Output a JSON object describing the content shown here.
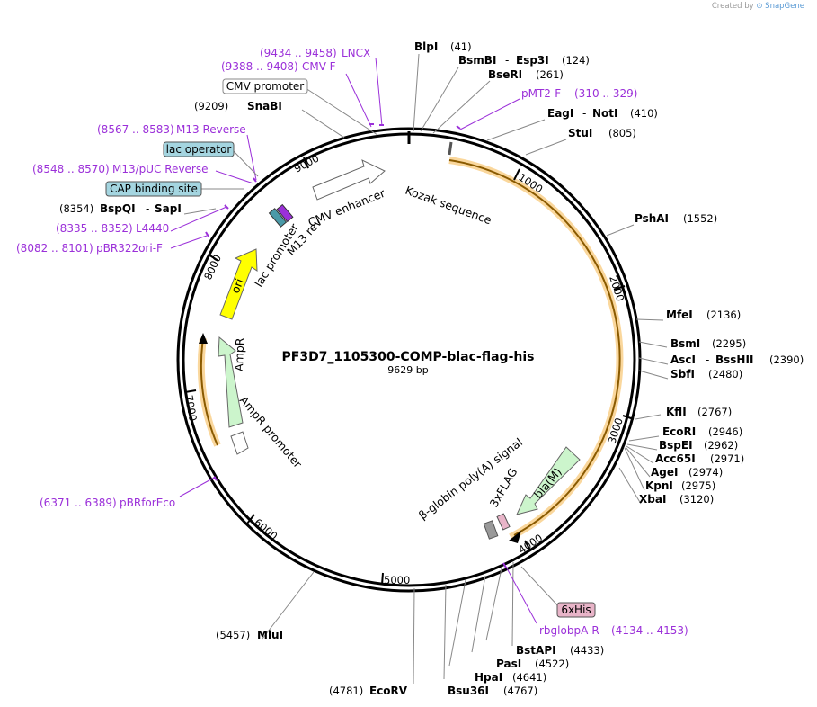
{
  "credit": {
    "prefix": "Created by",
    "brand": "SnapGene"
  },
  "plasmid": {
    "name": "PF3D7_1105300-COMP-blac-flag-his",
    "size": "9629 bp"
  },
  "ruler": [
    "1000",
    "2000",
    "3000",
    "4000",
    "5000",
    "6000",
    "7000",
    "8000",
    "9000"
  ],
  "restriction_sites": [
    {
      "name": "BlpI",
      "pos": "(41)"
    },
    {
      "name": "BsmBI",
      "name2": "Esp3I",
      "pos": "(124)"
    },
    {
      "name": "BseRI",
      "pos": "(261)"
    },
    {
      "name": "EagI",
      "name2": "NotI",
      "pos": "(410)"
    },
    {
      "name": "StuI",
      "pos": "(805)"
    },
    {
      "name": "PshAI",
      "pos": "(1552)"
    },
    {
      "name": "MfeI",
      "pos": "(2136)"
    },
    {
      "name": "BsmI",
      "pos": "(2295)"
    },
    {
      "name": "AscI",
      "name2": "BssHII",
      "pos": "(2390)"
    },
    {
      "name": "SbfI",
      "pos": "(2480)"
    },
    {
      "name": "KflI",
      "pos": "(2767)"
    },
    {
      "name": "EcoRI",
      "pos": "(2946)"
    },
    {
      "name": "BspEI",
      "pos": "(2962)"
    },
    {
      "name": "Acc65I",
      "pos": "(2971)"
    },
    {
      "name": "AgeI",
      "pos": "(2974)"
    },
    {
      "name": "KpnI",
      "pos": "(2975)"
    },
    {
      "name": "XbaI",
      "pos": "(3120)"
    },
    {
      "name": "BstAPI",
      "pos": "(4433)"
    },
    {
      "name": "PasI",
      "pos": "(4522)"
    },
    {
      "name": "HpaI",
      "pos": "(4641)"
    },
    {
      "name": "Bsu36I",
      "pos": "(4767)"
    },
    {
      "name": "EcoRV",
      "pos": "(4781)"
    },
    {
      "name": "MluI",
      "pos": "(5457)"
    },
    {
      "name": "SnaBI",
      "pos": "(9209)"
    },
    {
      "name": "BspQI",
      "name2": "SapI",
      "pos": "(8354)"
    }
  ],
  "primers": [
    {
      "name": "LNCX",
      "range": "(9434 .. 9458)"
    },
    {
      "name": "CMV-F",
      "range": "(9388 .. 9408)"
    },
    {
      "name": "pMT2-F",
      "range": "(310 .. 329)"
    },
    {
      "name": "M13 Reverse",
      "range": "(8567 .. 8583)"
    },
    {
      "name": "M13/pUC Reverse",
      "range": "(8548 .. 8570)"
    },
    {
      "name": "L4440",
      "range": "(8335 .. 8352)"
    },
    {
      "name": "pBR322ori-F",
      "range": "(8082 .. 8101)"
    },
    {
      "name": "pBRforEco",
      "range": "(6371 .. 6389)"
    },
    {
      "name": "rbglobpA-R",
      "range": "(4134 .. 4153)"
    }
  ],
  "boxed_features": [
    {
      "label": "CMV promoter"
    },
    {
      "label": "lac operator"
    },
    {
      "label": "CAP binding site"
    },
    {
      "label": "6xHis"
    }
  ],
  "features": [
    {
      "label": "CMV enhancer"
    },
    {
      "label": "Kozak sequence"
    },
    {
      "label": "lac promoter"
    },
    {
      "label": "M13 rev"
    },
    {
      "label": "ori"
    },
    {
      "label": "AmpR"
    },
    {
      "label": "AmpR promoter"
    },
    {
      "label": "bla(M)"
    },
    {
      "label": "3xFLAG"
    },
    {
      "label": "β-globin poly(A) signal"
    }
  ],
  "colors": {
    "orf_orange": "#f5a623",
    "ori_yellow": "#ffff00",
    "ampr_green": "#ccf5cc",
    "primer_purple": "#9b30d9",
    "box_blue": "#a4d5e0",
    "box_pink": "#e8b4c8"
  }
}
